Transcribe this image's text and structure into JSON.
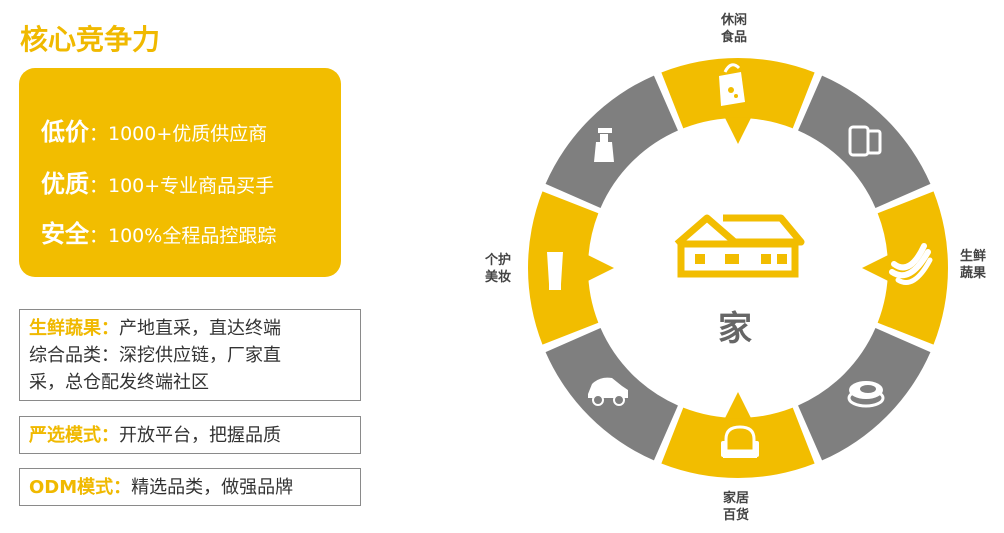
{
  "title": "核心竞争力",
  "highlights": [
    {
      "key": "低价",
      "value": "：1000+优质供应商"
    },
    {
      "key": "优质",
      "value": "：100+专业商品买手"
    },
    {
      "key": "安全",
      "value": "：100%全程品控跟踪"
    }
  ],
  "info_boxes": [
    {
      "key": "生鲜蔬果：",
      "lines": [
        "产地直采，直达终端",
        "综合品类：深挖供应链，厂家直",
        "采，总仓配发终端社区"
      ]
    },
    {
      "key": "严选模式：",
      "lines": [
        "开放平台，把握品质"
      ]
    },
    {
      "key": "ODM模式：",
      "lines": [
        "精选品类，做强品牌"
      ]
    }
  ],
  "diagram": {
    "center": "家",
    "labels": {
      "snacks": [
        "休闲",
        "食品"
      ],
      "fresh": [
        "生鲜",
        "蔬果"
      ],
      "home": [
        "家居",
        "百货"
      ],
      "personal": [
        "个护",
        "美妆"
      ]
    },
    "colors": {
      "yellow": "#f2bd00",
      "gray": "#7f7f7f"
    },
    "icons": [
      "snack-bag-icon",
      "phone-tablet-icon",
      "banana-icon",
      "meat-icon",
      "armchair-icon",
      "car-icon",
      "cosmetic-tube-icon",
      "spray-bottle-icon",
      "house-icon"
    ]
  }
}
